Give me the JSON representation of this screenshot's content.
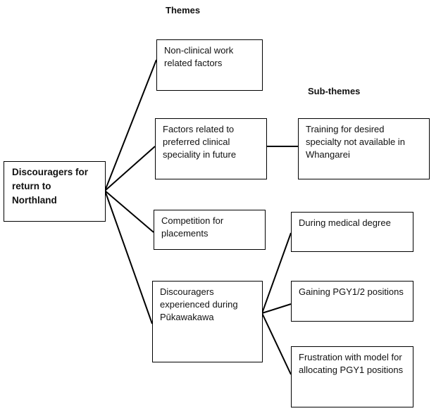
{
  "headings": {
    "themes": "Themes",
    "subthemes": "Sub-themes"
  },
  "root": {
    "label": "Discouragers for return to Northland"
  },
  "themes": [
    {
      "label": "Non-clinical work related factors"
    },
    {
      "label": "Factors related to preferred clinical speciality in future"
    },
    {
      "label": "Competition for placements"
    },
    {
      "label": "Discouragers experienced during Pūkawakawa"
    }
  ],
  "subthemes": [
    {
      "label": "Training for desired specialty not available in Whangarei",
      "parent_theme": 1
    },
    {
      "label": "During medical degree",
      "parent_theme": 3
    },
    {
      "label": "Gaining PGY1/2 positions",
      "parent_theme": 3
    },
    {
      "label": "Frustration with model for allocating PGY1 positions",
      "parent_theme": 3
    }
  ]
}
